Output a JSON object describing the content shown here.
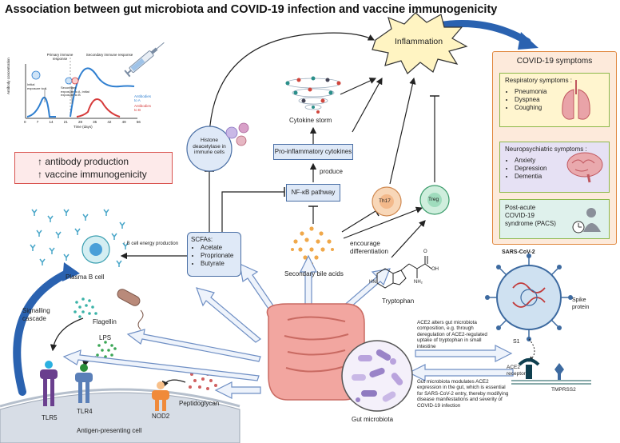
{
  "title": "Association between gut microbiota and COVID-19 infection and vaccine immunogenicity",
  "colors": {
    "arrow_blue": "#6f8fc4",
    "symptoms_bg": "#fdeadb",
    "symptoms_border": "#e0863c",
    "resp_bg": "#fff5cf",
    "neuro_bg": "#e6e1f4",
    "pacs_bg": "#dff1ec",
    "vaccine_box_bg": "#fdeaea",
    "vaccine_box_border": "#d9534f",
    "inflammation_fill": "#fff4c2"
  },
  "graph": {
    "title_small": "Primary immune response",
    "title_small2": "Secondary immune response",
    "ylabel": "Antibody concentration",
    "xlabel": "Time (days)",
    "xticks": [
      "0",
      "7",
      "14",
      "21",
      "28",
      "35",
      "42",
      "49",
      "56"
    ],
    "ann1": "Initial exposure to A",
    "ann2": "Secondary exposure to A, initial exposure to B",
    "legend_a": "Antibodies to A",
    "legend_b": "Antibodies to B",
    "curve_colors": {
      "a": "#2f7fd0",
      "b": "#d63a3a"
    }
  },
  "vaccine_box": {
    "line1": "↑ antibody production",
    "line2": "↑ vaccine immunogenicity"
  },
  "histone": {
    "label": "Histone deacetylase in immune cells"
  },
  "cytokine_storm": {
    "label": "Cytokine storm"
  },
  "pro_inflammatory": {
    "label": "Pro-inflammatory cytokines"
  },
  "produce": {
    "label": "produce"
  },
  "nfkb": {
    "label": "NF-κB pathway"
  },
  "inflammation": {
    "label": "Inflammation"
  },
  "th17": {
    "label": "Th17"
  },
  "treg": {
    "label": "Treg"
  },
  "encourage": {
    "label": "encourage differentiation"
  },
  "scfa": {
    "title": "SCFAs:",
    "items": [
      "Acetate",
      "Proprionate",
      "Butyrate"
    ]
  },
  "b_cell_energy": {
    "label": "↑ B cell energy production"
  },
  "plasma_b": {
    "label": "Plasma B cell"
  },
  "secondary_bile": {
    "label": "Secondary bile acids"
  },
  "tryptophan": {
    "label": "Tryptophan"
  },
  "flagellin": {
    "label": "Flagellin"
  },
  "lps": {
    "label": "LPS"
  },
  "peptidoglycan": {
    "label": "Peptidoglycan"
  },
  "signalling": {
    "label": "Signalling cascade"
  },
  "receptors": {
    "tlr5": "TLR5",
    "tlr4": "TLR4",
    "nod2": "NOD2"
  },
  "apc": {
    "label": "Antigen-presenting cell"
  },
  "gut": {
    "label": "Gut microbiota"
  },
  "sars": {
    "title": "SARS-CoV-2",
    "spike": "Spike protein",
    "s1": "S1",
    "ace2": "ACE2 receptor",
    "tmprss2": "TMPRSS2"
  },
  "ace2_text1": "ACE2 alters gut microbiota composition, e.g. through deregulation of ACE2-regulated uptake of tryptophan in small intestine",
  "ace2_text2": "Gut microbiota modulates ACE2 expression in the gut, which is essential for SARS-CoV-2 entry, thereby modifying disease manifestations and severity of COVID-19 infection",
  "symptoms": {
    "title": "COVID-19 symptoms",
    "resp_title": "Respiratory symptoms :",
    "resp_items": [
      "Pneumonia",
      "Dyspnea",
      "Coughing"
    ],
    "neuro_title": "Neuropsychiatric symptoms :",
    "neuro_items": [
      "Anxiety",
      "Depression",
      "Dementia"
    ],
    "pacs": "Post-acute COVID-19 syndrome (PACS)"
  },
  "tryptophan_mol": {
    "nh": "HN",
    "nh2": "NH₂",
    "oh": "OH",
    "o": "O"
  }
}
